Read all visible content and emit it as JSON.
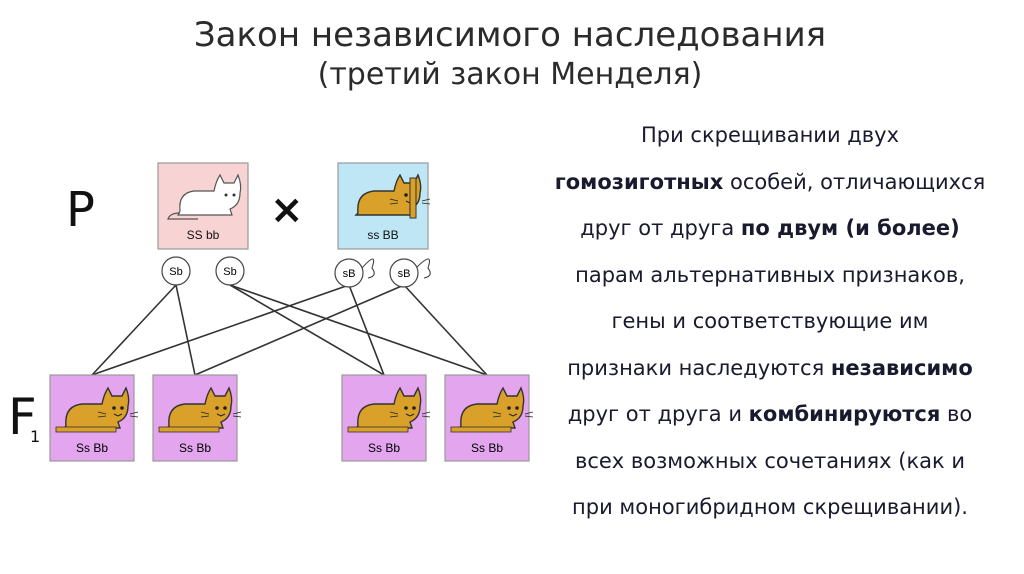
{
  "title": {
    "line1": "Закон независимого наследования",
    "line2": "(третий закон Менделя)"
  },
  "labels": {
    "parents": "P",
    "cross": "×",
    "f1_main": "F",
    "f1_sub": "1"
  },
  "parents": [
    {
      "genotype": "SS bb",
      "bg": "#f8d3d3",
      "cat": "#ffffff"
    },
    {
      "genotype": "ss BB",
      "bg": "#bfe6f5",
      "cat": "#d9a02a"
    }
  ],
  "gametes": [
    "Sb",
    "Sb",
    "sB",
    "sB"
  ],
  "offspring": [
    {
      "genotype": "Ss Bb"
    },
    {
      "genotype": "Ss Bb"
    },
    {
      "genotype": "Ss Bb"
    },
    {
      "genotype": "Ss Bb"
    }
  ],
  "offspring_bg": "#e3a6ee",
  "offspring_cat": "#d9a02a",
  "description": {
    "l1": "При скрещивании двух",
    "l2_b": "гомозиготных",
    "l2_t": " особей, отличающихся",
    "l3_t": "друг от друга ",
    "l3_b": "по двум (и более)",
    "l4": "парам альтернативных признаков,",
    "l5": "гены и соответствующие им",
    "l6_t": "признаки наследуются ",
    "l6_b": "независимо",
    "l7_t": "друг от друга и ",
    "l7_b": "комбинируются",
    "l7_t2": " во",
    "l8": "всех возможных сочетаниях (как и",
    "l9": "при моногибридном скрещивании)."
  }
}
